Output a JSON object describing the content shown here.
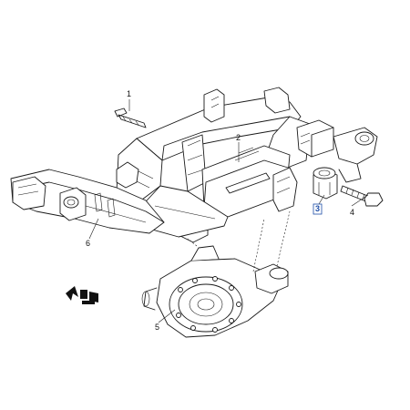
{
  "diagram": {
    "callouts": [
      {
        "id": "c1",
        "label": "1"
      },
      {
        "id": "c2",
        "label": "2"
      },
      {
        "id": "c3",
        "label": "3",
        "highlight_color": "#1f4fa8"
      },
      {
        "id": "c4",
        "label": "4"
      },
      {
        "id": "c5",
        "label": "5"
      },
      {
        "id": "c6",
        "label": "6"
      }
    ]
  }
}
